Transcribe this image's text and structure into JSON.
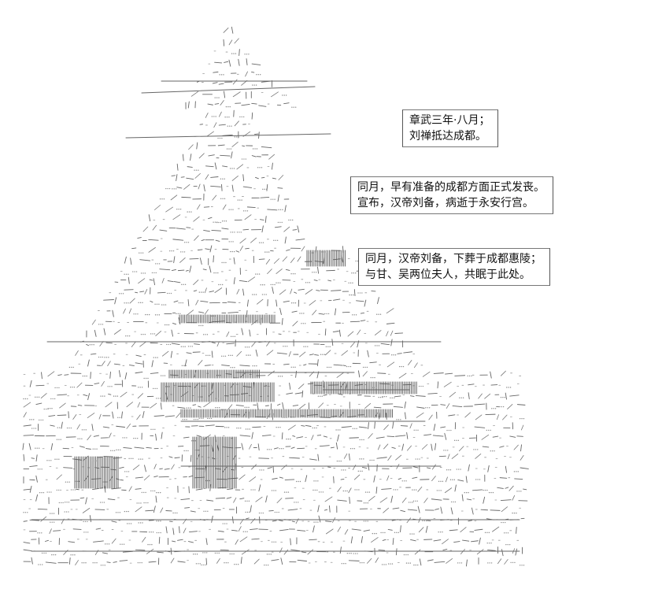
{
  "captions": [
    {
      "lines": [
        "章武三年·八月；",
        "刘禅抵达成都。"
      ]
    },
    {
      "lines": [
        "同月，早有准备的成都方面正式发丧。",
        "宣布，汉帝刘备，病逝于永安行宫。"
      ]
    },
    {
      "lines": [
        "同月，汉帝刘备，下葬于成都惠陵；",
        "与甘、吴两位夫人，共眠于此处。"
      ]
    }
  ],
  "art": {
    "description_colors": {
      "ink": "#555555",
      "light_ink": "#9a9a9a"
    }
  }
}
